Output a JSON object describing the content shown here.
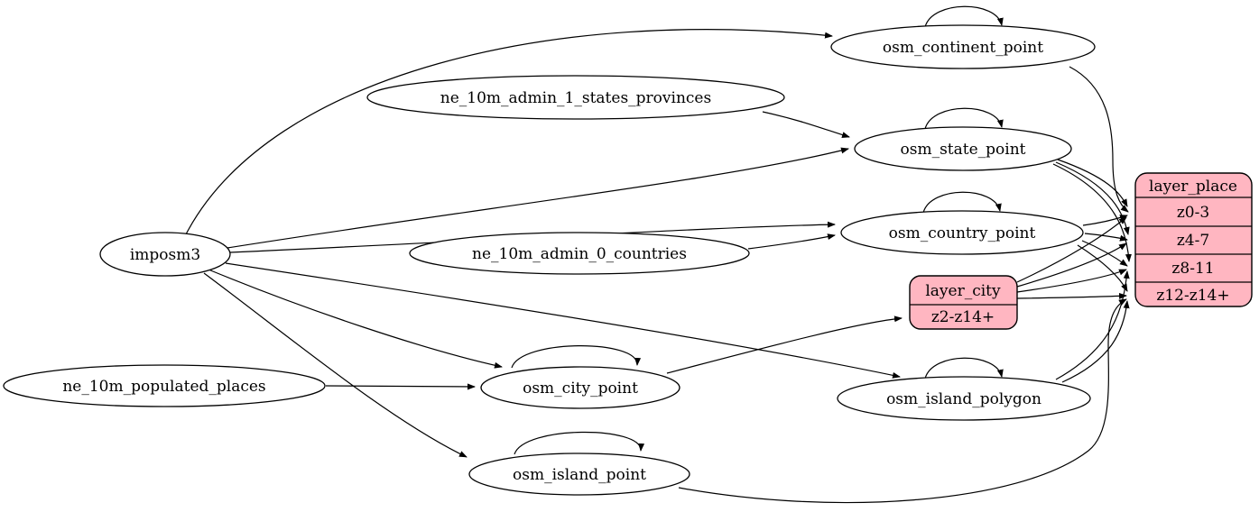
{
  "diagram": {
    "type": "graphviz-etl-flow",
    "colors": {
      "background": "#ffffff",
      "node_fill": "#ffffff",
      "node_stroke": "#000000",
      "edge": "#000000",
      "record_fill": "#ffb6c1"
    },
    "nodes": {
      "imposm3": {
        "label": "imposm3",
        "shape": "ellipse"
      },
      "ne_10m_admin_1_states_provinces": {
        "label": "ne_10m_admin_1_states_provinces",
        "shape": "ellipse"
      },
      "ne_10m_admin_0_countries": {
        "label": "ne_10m_admin_0_countries",
        "shape": "ellipse"
      },
      "ne_10m_populated_places": {
        "label": "ne_10m_populated_places",
        "shape": "ellipse"
      },
      "osm_continent_point": {
        "label": "osm_continent_point",
        "shape": "ellipse"
      },
      "osm_state_point": {
        "label": "osm_state_point",
        "shape": "ellipse"
      },
      "osm_country_point": {
        "label": "osm_country_point",
        "shape": "ellipse"
      },
      "osm_city_point": {
        "label": "osm_city_point",
        "shape": "ellipse"
      },
      "osm_island_polygon": {
        "label": "osm_island_polygon",
        "shape": "ellipse"
      },
      "osm_island_point": {
        "label": "osm_island_point",
        "shape": "ellipse"
      }
    },
    "records": {
      "layer_city": {
        "header": "layer_city",
        "rows": [
          "z2-z14+"
        ]
      },
      "layer_place": {
        "header": "layer_place",
        "rows": [
          "z0-3",
          "z4-7",
          "z8-11",
          "z12-z14+"
        ]
      }
    },
    "edges": [
      {
        "from": "imposm3",
        "to": "osm_continent_point"
      },
      {
        "from": "imposm3",
        "to": "osm_state_point"
      },
      {
        "from": "imposm3",
        "to": "osm_country_point"
      },
      {
        "from": "imposm3",
        "to": "osm_city_point"
      },
      {
        "from": "imposm3",
        "to": "osm_island_polygon"
      },
      {
        "from": "imposm3",
        "to": "osm_island_point"
      },
      {
        "from": "ne_10m_admin_1_states_provinces",
        "to": "osm_state_point"
      },
      {
        "from": "ne_10m_admin_0_countries",
        "to": "osm_country_point"
      },
      {
        "from": "ne_10m_populated_places",
        "to": "osm_city_point"
      },
      {
        "from": "osm_continent_point",
        "to": "osm_continent_point"
      },
      {
        "from": "osm_state_point",
        "to": "osm_state_point"
      },
      {
        "from": "osm_country_point",
        "to": "osm_country_point"
      },
      {
        "from": "osm_city_point",
        "to": "osm_city_point"
      },
      {
        "from": "osm_island_polygon",
        "to": "osm_island_polygon"
      },
      {
        "from": "osm_island_point",
        "to": "osm_island_point"
      },
      {
        "from": "osm_continent_point",
        "to": "layer_place:z0-3"
      },
      {
        "from": "osm_state_point",
        "to": "layer_place:z0-3"
      },
      {
        "from": "osm_state_point",
        "to": "layer_place:z4-7"
      },
      {
        "from": "osm_state_point",
        "to": "layer_place:z8-11"
      },
      {
        "from": "osm_country_point",
        "to": "layer_place:z0-3"
      },
      {
        "from": "osm_country_point",
        "to": "layer_place:z4-7"
      },
      {
        "from": "osm_country_point",
        "to": "layer_place:z8-11"
      },
      {
        "from": "osm_country_point",
        "to": "layer_place:z12-z14+"
      },
      {
        "from": "osm_city_point",
        "to": "layer_city:z2-z14+"
      },
      {
        "from": "layer_city:z2-z14+",
        "to": "layer_place:z0-3"
      },
      {
        "from": "layer_city:z2-z14+",
        "to": "layer_place:z4-7"
      },
      {
        "from": "layer_city:z2-z14+",
        "to": "layer_place:z8-11"
      },
      {
        "from": "layer_city:z2-z14+",
        "to": "layer_place:z12-z14+"
      },
      {
        "from": "osm_island_polygon",
        "to": "layer_place:z8-11"
      },
      {
        "from": "osm_island_polygon",
        "to": "layer_place:z12-z14+"
      },
      {
        "from": "osm_island_point",
        "to": "layer_place:z12-z14+"
      }
    ]
  }
}
